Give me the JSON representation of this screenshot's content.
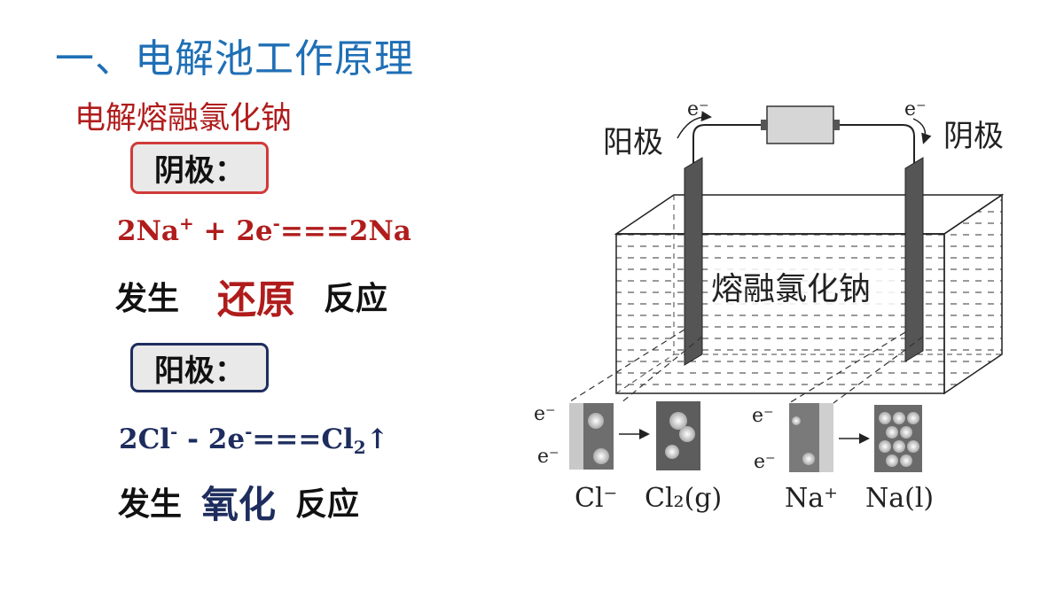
{
  "title": "一、电解池工作原理",
  "subtitle": "电解熔融氯化钠",
  "cathode": {
    "label": "阴极：",
    "equation": {
      "lhs1": "2Na",
      "sup1": "+",
      "mid": " + 2e",
      "sup2": "-",
      "rhs": "===2Na"
    },
    "reaction": {
      "pre": "发生",
      "keyword": "还原",
      "post": "反应"
    }
  },
  "anode": {
    "label": "阳极：",
    "equation": {
      "lhs1": "2Cl",
      "sup1": "-",
      "mid": "  - 2e",
      "sup2": "-",
      "rhs": "===Cl",
      "sub": "2",
      "arrow": "↑"
    },
    "reaction": {
      "pre": "发生",
      "keyword": "氧化",
      "post": "反应"
    }
  },
  "diagram": {
    "anode_label": "阳极",
    "cathode_label": "阴极",
    "electron": "e⁻",
    "melt_label": "熔融氯化钠",
    "species": {
      "cl_ion": "Cl⁻",
      "cl2": "Cl₂(g)",
      "na_ion": "Na⁺",
      "na_liquid": "Na(l)"
    }
  },
  "colors": {
    "title": "#1f6fb5",
    "red": "#b01c1c",
    "navy": "#1e2d5e",
    "box_red_border": "#d13a3a",
    "box_fill": "#e9e9e9"
  }
}
